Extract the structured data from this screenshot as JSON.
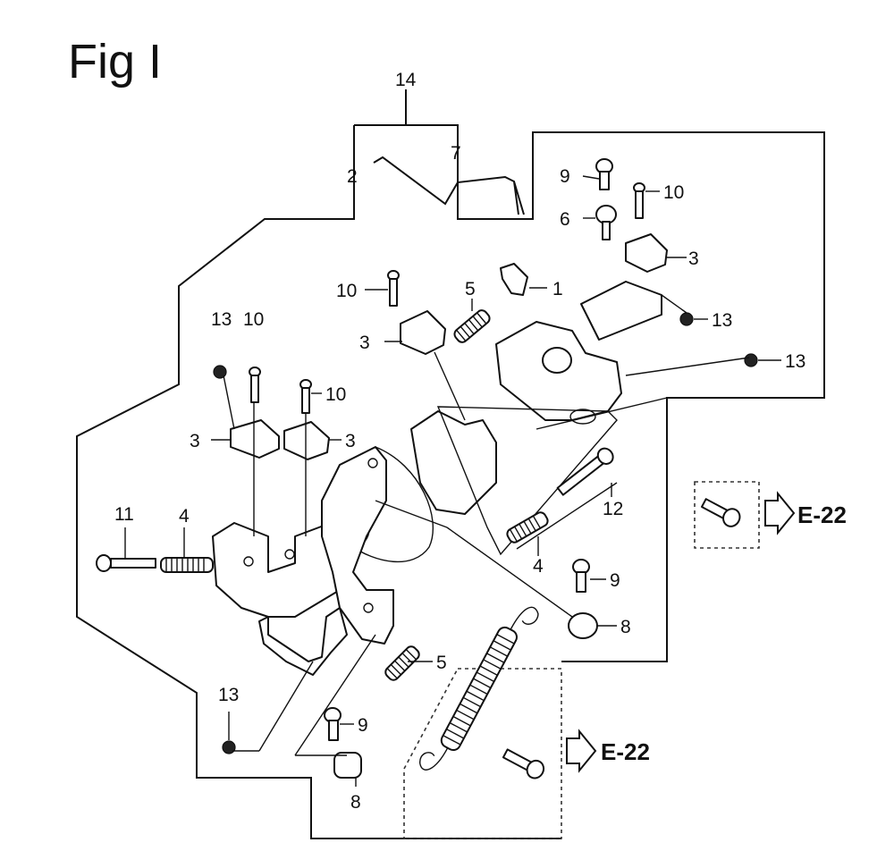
{
  "figure": {
    "title": "Fig I",
    "references": [
      {
        "id": "ref-right",
        "label": "E-22"
      },
      {
        "id": "ref-bottom",
        "label": "E-22"
      }
    ],
    "callouts": [
      {
        "id": "c14",
        "label": "14"
      },
      {
        "id": "c7",
        "label": "7"
      },
      {
        "id": "c2",
        "label": "2"
      },
      {
        "id": "c9a",
        "label": "9"
      },
      {
        "id": "c10a",
        "label": "10"
      },
      {
        "id": "c6",
        "label": "6"
      },
      {
        "id": "c3a",
        "label": "3"
      },
      {
        "id": "c1",
        "label": "1"
      },
      {
        "id": "c5a",
        "label": "5"
      },
      {
        "id": "c10b",
        "label": "10"
      },
      {
        "id": "c3b",
        "label": "3"
      },
      {
        "id": "c13a",
        "label": "13"
      },
      {
        "id": "c13b",
        "label": "13"
      },
      {
        "id": "c13c",
        "label": "13"
      },
      {
        "id": "c10c",
        "label": "10"
      },
      {
        "id": "c10d",
        "label": "10"
      },
      {
        "id": "c3c",
        "label": "3"
      },
      {
        "id": "c3d",
        "label": "3"
      },
      {
        "id": "c11",
        "label": "11"
      },
      {
        "id": "c4a",
        "label": "4"
      },
      {
        "id": "c12",
        "label": "12"
      },
      {
        "id": "c4b",
        "label": "4"
      },
      {
        "id": "c9b",
        "label": "9"
      },
      {
        "id": "c8a",
        "label": "8"
      },
      {
        "id": "c5b",
        "label": "5"
      },
      {
        "id": "c13d",
        "label": "13"
      },
      {
        "id": "c9c",
        "label": "9"
      },
      {
        "id": "c8b",
        "label": "8"
      }
    ]
  }
}
